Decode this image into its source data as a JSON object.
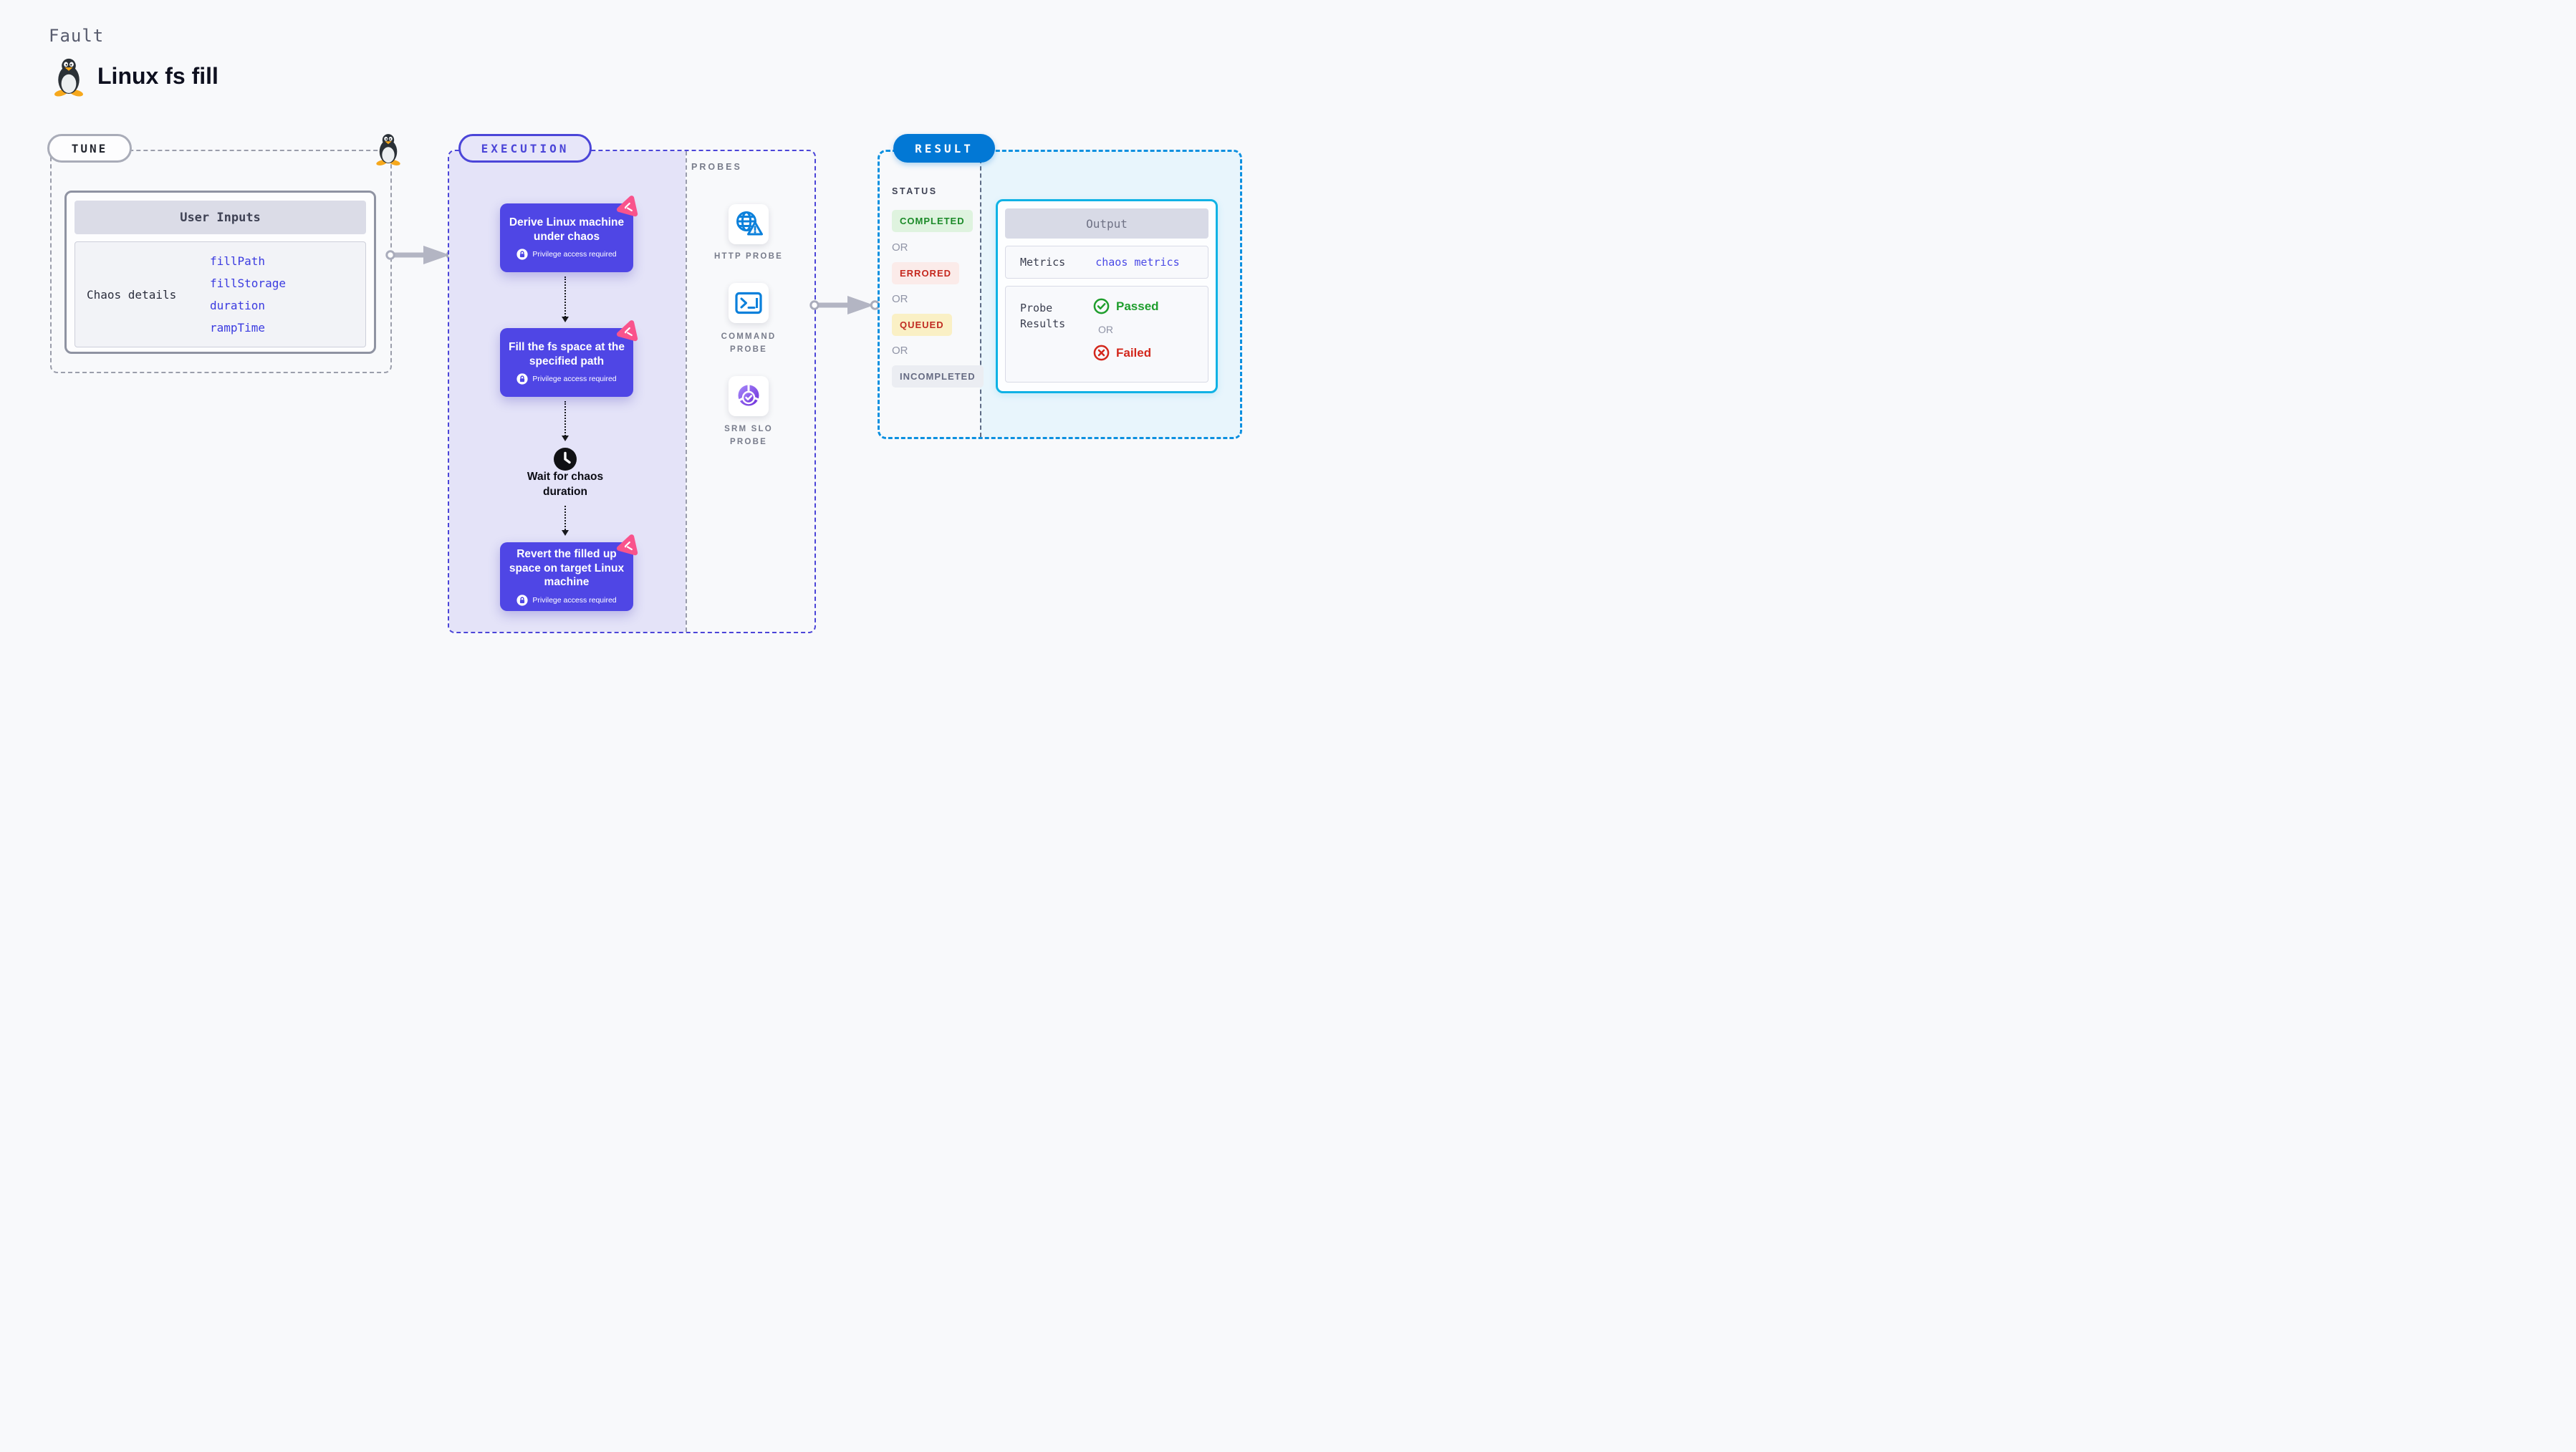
{
  "header": {
    "fault_label": "Fault",
    "title": "Linux fs fill",
    "icon": "linux-penguin-icon"
  },
  "tune": {
    "pill": "TUNE",
    "card_header": "User Inputs",
    "row_label": "Chaos details",
    "params": [
      "fillPath",
      "fillStorage",
      "duration",
      "rampTime"
    ]
  },
  "execution": {
    "pill": "EXECUTION",
    "steps": [
      {
        "title": "Derive Linux machine under chaos",
        "badge": "Privilege access required"
      },
      {
        "title": "Fill the fs space at the specified path",
        "badge": "Privilege access required"
      },
      {
        "title": "Revert the filled up space on target Linux machine",
        "badge": "Privilege access required"
      }
    ],
    "wait_label": "Wait for chaos duration"
  },
  "probes": {
    "label": "PROBES",
    "items": [
      {
        "label": "HTTP PROBE",
        "icon": "globe-alert-icon"
      },
      {
        "label": "COMMAND PROBE",
        "icon": "terminal-icon"
      },
      {
        "label": "SRM SLO PROBE",
        "icon": "slo-gauge-icon"
      }
    ]
  },
  "result": {
    "pill": "RESULT",
    "status_label": "STATUS",
    "or_label": "OR",
    "statuses": [
      {
        "label": "COMPLETED",
        "kind": "success"
      },
      {
        "label": "ERRORED",
        "kind": "error"
      },
      {
        "label": "QUEUED",
        "kind": "warning"
      },
      {
        "label": "INCOMPLETED",
        "kind": "neutral"
      }
    ],
    "output": {
      "header": "Output",
      "metrics_label": "Metrics",
      "metrics_value": "chaos metrics",
      "probe_results_label": "Probe Results",
      "passed_label": "Passed",
      "failed_label": "Failed"
    }
  },
  "colors": {
    "indigo_accent": "#4B45D8",
    "step_purple": "#4F46E5",
    "chaos_pink": "#F9538C",
    "result_blue": "#0278D5",
    "output_border_cyan": "#10B2E5",
    "probe_icon_blue": "#0B80DB",
    "slo_purple": "#6C2BD9",
    "success_green": "#1F9E2D",
    "failure_red": "#D3271C",
    "execution_bg": "#E4E3F8",
    "result_bg": "#E8F5FC",
    "param_link_blue": "#3B3BE0"
  }
}
